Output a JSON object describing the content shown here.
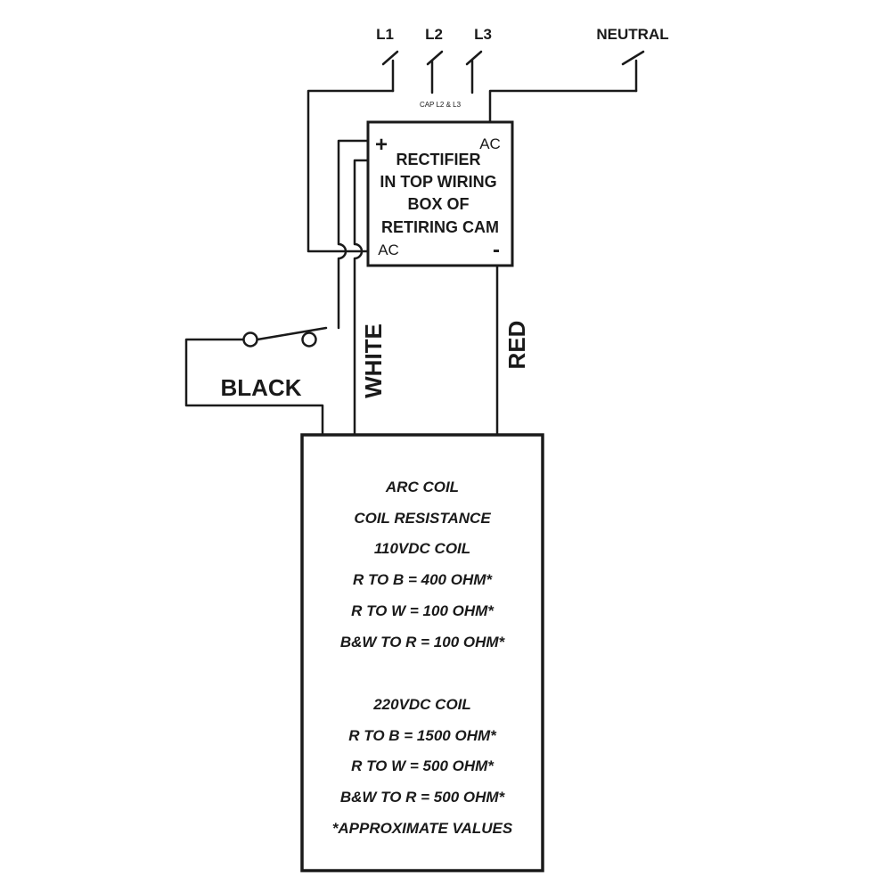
{
  "supply": {
    "l1": "L1",
    "l2": "L2",
    "l3": "L3",
    "neutral": "NEUTRAL",
    "cap_note": "CAP L2 & L3"
  },
  "rectifier": {
    "line1": "RECTIFIER",
    "line2": "IN TOP WIRING",
    "line3": "BOX OF",
    "line4": "RETIRING CAM",
    "plus": "+",
    "minus": "-",
    "ac_top": "AC",
    "ac_bottom": "AC"
  },
  "wires": {
    "black": "BLACK",
    "white": "WHITE",
    "red": "RED"
  },
  "coil": {
    "title": "ARC COIL",
    "subtitle": "COIL RESISTANCE",
    "coil110": {
      "heading": "110VDC COIL",
      "r_to_b": "R TO B = 400 OHM*",
      "r_to_w": "R TO W = 100 OHM*",
      "bw_to_r": "B&W TO R = 100 OHM*"
    },
    "coil220": {
      "heading": "220VDC COIL",
      "r_to_b": "R TO B = 1500 OHM*",
      "r_to_w": "R TO W = 500 OHM*",
      "bw_to_r": "B&W TO R = 500 OHM*"
    },
    "footnote": "*APPROXIMATE VALUES"
  }
}
